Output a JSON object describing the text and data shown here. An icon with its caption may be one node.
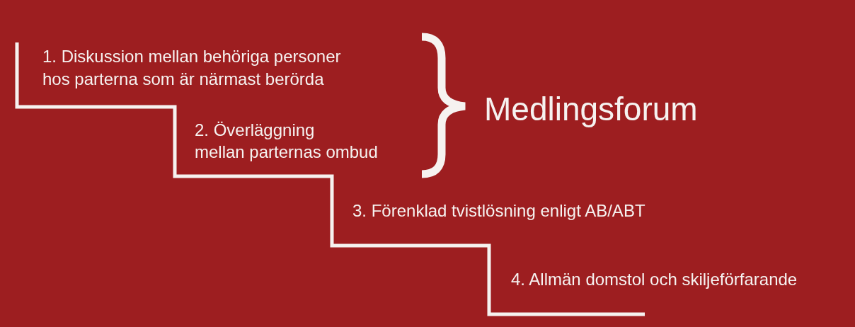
{
  "diagram": {
    "labels": [
      "1. Diskussion mellan behöriga personer hos parterna som är närmast berörda",
      "Medlingsforum",
      "2. Överläggning mellan parternas ombud",
      "3. Förenklad tvistlösning enligt AB/ABT",
      "4. Allmän domstol och skiljeförfarande"
    ]
  }
}
